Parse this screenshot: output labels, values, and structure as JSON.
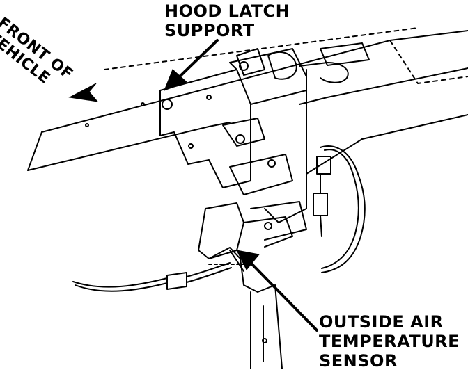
{
  "labels": {
    "hood_latch_line1": "HOOD LATCH",
    "hood_latch_line2": "SUPPORT",
    "front_line1": "FRONT OF",
    "front_line2": "VEHICLE",
    "sensor_line1": "OUTSIDE AIR",
    "sensor_line2": "TEMPERATURE",
    "sensor_line3": "SENSOR"
  },
  "colors": {
    "ink": "#000000",
    "paper": "#ffffff"
  }
}
